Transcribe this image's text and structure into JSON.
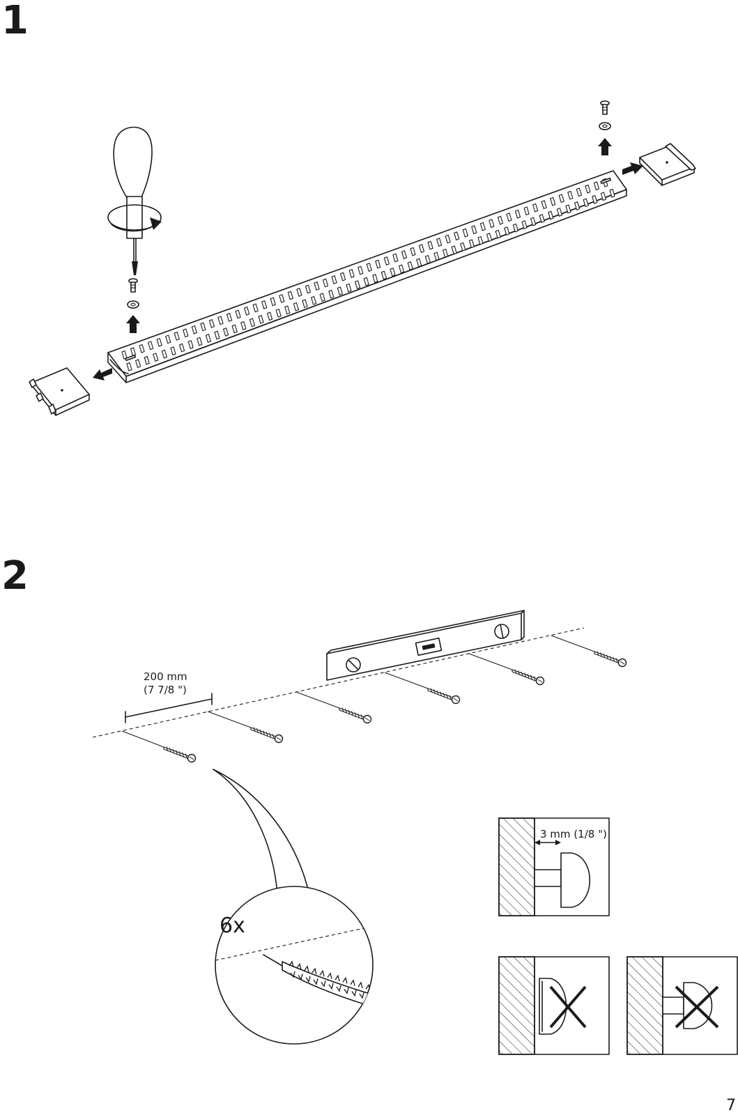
{
  "step1": {
    "number": "1"
  },
  "step2": {
    "number": "2",
    "spacing_mm": "200 mm",
    "spacing_in": "(7 7/8 \")",
    "quantity": "6x",
    "gap_mm": "3 mm (1/8 \")"
  },
  "footer": {
    "page_number": "7"
  }
}
